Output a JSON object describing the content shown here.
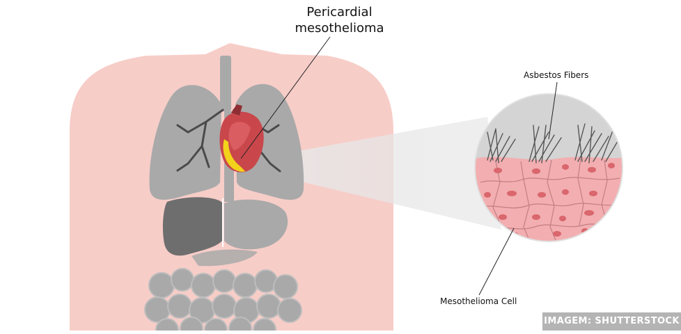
{
  "labels": {
    "main_title_line1": "Pericardial",
    "main_title_line2": "mesothelioma",
    "fibers": "Asbestos Fibers",
    "cell": "Mesothelioma Cell"
  },
  "credit": "IMAGEM: SHUTTERSTOCK",
  "colors": {
    "body": "#f7cdc8",
    "organs": "#a9a9a9",
    "liver": "#6e6e6e",
    "bronchi": "#4a4a4a",
    "heart": "#c9474b",
    "tumor": "#f2d21b",
    "tissue": "#f2aeb0",
    "cell_nucleus": "#d9676d",
    "fiber_zone": "#d4d4d4"
  }
}
